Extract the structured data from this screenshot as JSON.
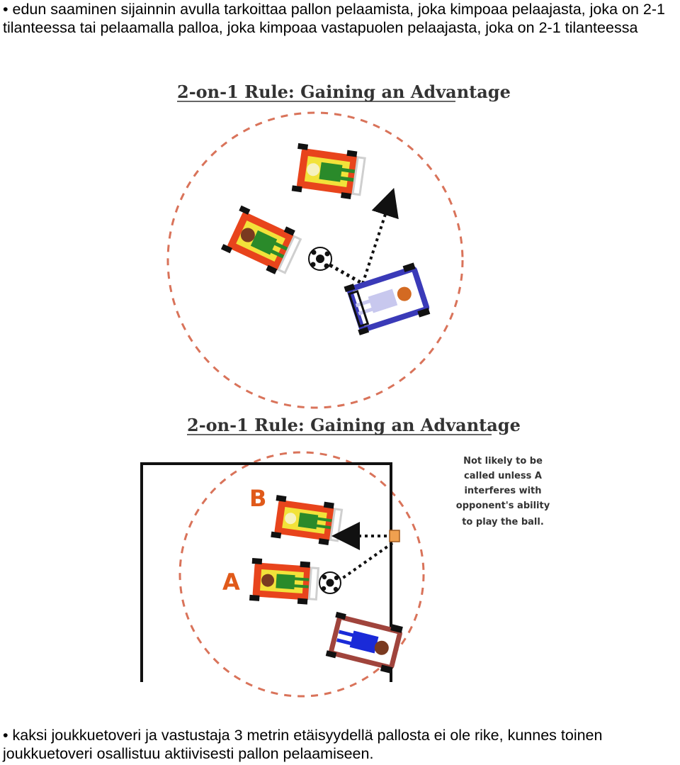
{
  "paragraphs": {
    "first": "• edun saaminen sijainnin avulla tarkoittaa pallon pelaamista, joka kimpoaa pelaajasta, joka on 2-1 tilanteessa tai pelaamalla palloa, joka kimpoaa vastapuolen pelaajasta, joka on 2-1 tilanteessa",
    "second": "• kaksi joukkuetoveri ja vastustaja 3 metrin etäisyydellä pallosta ei ole rike, kunnes toinen joukkuetoveri osallistuu aktiivisesti pallon pelaamiseen."
  },
  "figure1": {
    "title": "2-on-1 Rule: Gaining an Advantage"
  },
  "figure2": {
    "title": "2-on-1 Rule: Gaining an Advantage",
    "label_a": "A",
    "label_b": "B",
    "note_lines": [
      "Not likely to be",
      "called unless A",
      "interferes with",
      "opponent's ability",
      "to play the ball."
    ]
  },
  "colors": {
    "circle": "#d9735a",
    "team_body": "#e8441c",
    "team_inner": "#f2e23a",
    "team_torso": "#2a8a2a",
    "opp_frame": "#3a3ab8",
    "opp2_frame": "#a0443c",
    "wheel": "#111111"
  }
}
